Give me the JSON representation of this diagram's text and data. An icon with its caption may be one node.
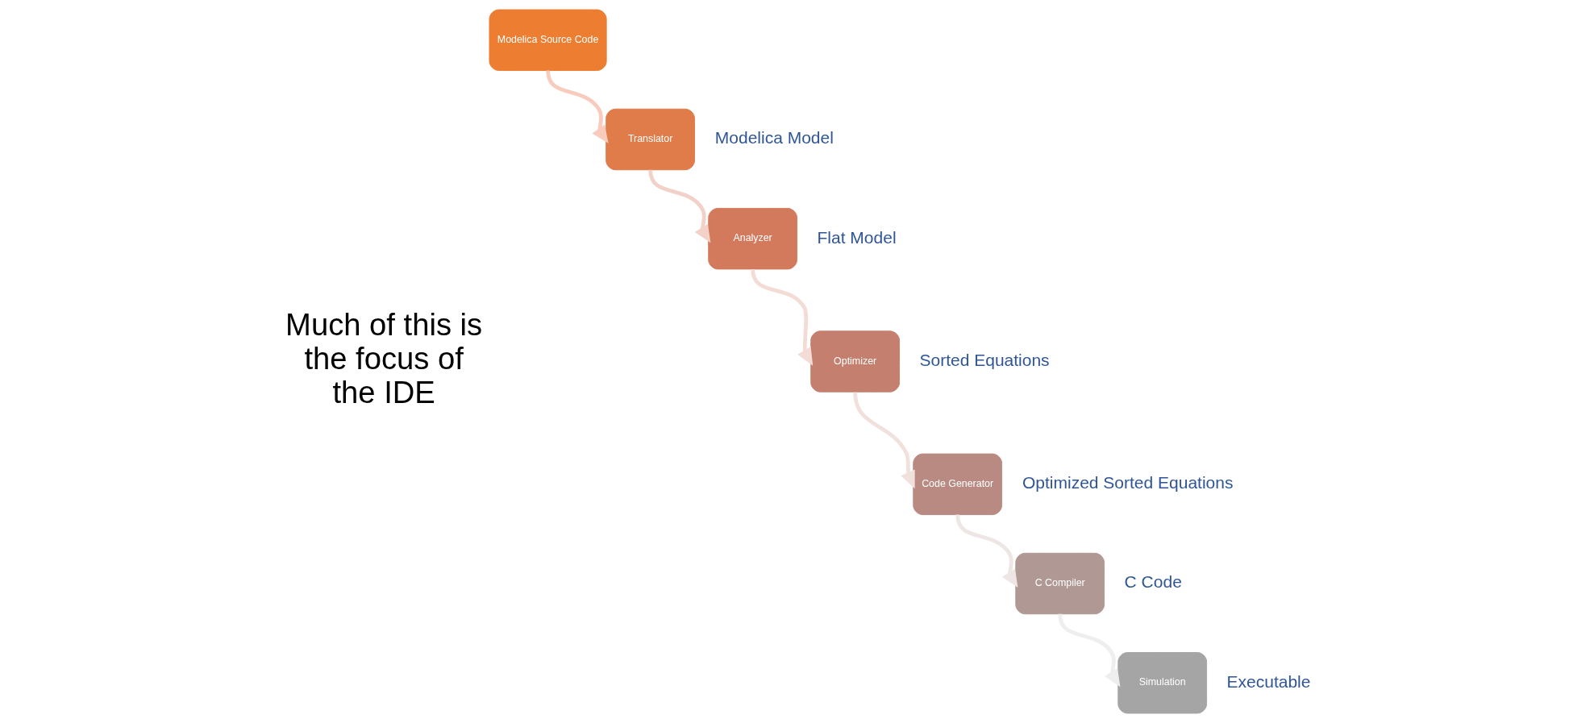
{
  "diagram": {
    "nodes": [
      {
        "text": [
          "Modelica Source Code"
        ]
      },
      {
        "text": [
          "Translator"
        ],
        "beside": [
          "Modelica Model"
        ]
      },
      {
        "text": [
          "Analyzer"
        ],
        "beside": [
          "Flat Model"
        ]
      },
      {
        "text": [
          "Optimizer"
        ],
        "beside": [
          "Sorted Equations"
        ]
      },
      {
        "text": [
          "Code Generator"
        ],
        "beside": [
          "Optimized Sorted Equations"
        ]
      },
      {
        "text": [
          "C Compiler"
        ],
        "beside": [
          "C Code"
        ]
      },
      {
        "text": [
          "Simulation"
        ],
        "beside": [
          "Executable"
        ]
      }
    ],
    "edges": [
      {
        "from": 0,
        "to": 1,
        "arrow": "to",
        "color": "#f8cbbd"
      },
      {
        "from": 1,
        "to": 2,
        "arrow": "to",
        "color": "#f2d2c8"
      },
      {
        "from": 2,
        "to": 3,
        "arrow": "to",
        "color": "#f2dcd5"
      },
      {
        "from": 3,
        "to": 4,
        "arrow": "to",
        "color": "#f0e1dd"
      },
      {
        "from": 4,
        "to": 5,
        "arrow": "to",
        "color": "#eee6e4"
      },
      {
        "from": 5,
        "to": 6,
        "arrow": "to",
        "color": "#eeeeee"
      }
    ],
    "labels": [
      "Much of this is the focus of the IDE"
    ]
  }
}
